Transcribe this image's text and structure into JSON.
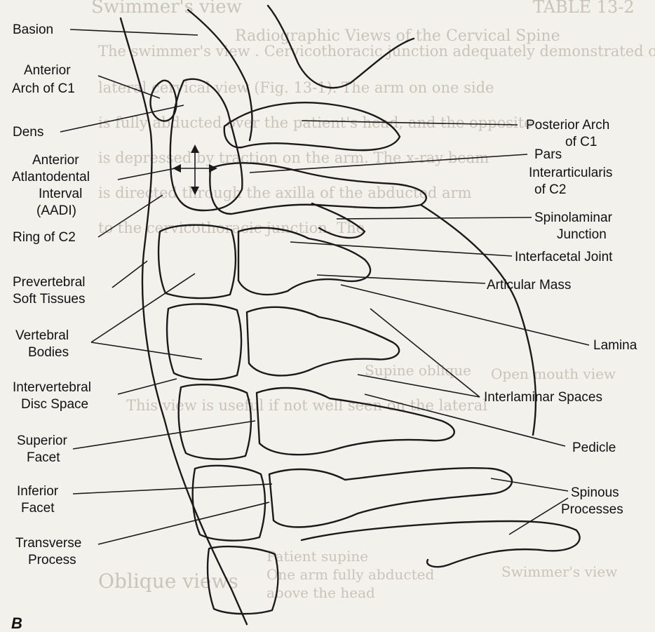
{
  "figure_label": "B",
  "labels_left": {
    "basion": "Basion",
    "anterior_arch_c1": [
      "Anterior",
      "Arch of C1"
    ],
    "dens": "Dens",
    "aadi": [
      "Anterior",
      "Atlantodental",
      "Interval",
      "(AADI)"
    ],
    "ring_c2": "Ring of C2",
    "prevertebral": [
      "Prevertebral",
      "Soft Tissues"
    ],
    "vertebral_bodies": [
      "Vertebral",
      "Bodies"
    ],
    "intervertebral_disc": [
      "Intervertebral",
      "Disc Space"
    ],
    "superior_facet": [
      "Superior",
      "Facet"
    ],
    "inferior_facet": [
      "Inferior",
      "Facet"
    ],
    "transverse_process": [
      "Transverse",
      "Process"
    ]
  },
  "labels_right": {
    "posterior_arch_c1": [
      "Posterior Arch",
      "of C1"
    ],
    "pars": [
      "Pars",
      "Interarticularis",
      "of C2"
    ],
    "spinolaminar": [
      "Spinolaminar",
      "Junction"
    ],
    "interfacetal": "Interfacetal Joint",
    "articular_mass": "Articular Mass",
    "lamina": "Lamina",
    "interlaminar": "Interlaminar Spaces",
    "pedicle": "Pedicle",
    "spinous": [
      "Spinous",
      "Processes"
    ]
  },
  "background_text": {
    "heading_left": "TABLE 13-2",
    "heading_center": "Swimmer's view",
    "subheading": "Radiographic Views of the Cervical Spine",
    "p1": "The swimmer's view . Cervicothoracic junction adequately demonstrated on the",
    "p2": "lateral cervical view (Fig. 13-1). The arm on one side",
    "p3": "is fully abducted over the patient's head, and the opposite",
    "p4": "is depressed by traction on the arm. The x-ray beam",
    "p5": "is directed through the axilla of the abducted arm",
    "p6": "to the cervicothoracic junction. The",
    "p7": "This view is useful if not well seen on the lateral",
    "p8": "Open mouth view",
    "p9": "Supine oblique",
    "p10": "Oblique views",
    "p11": "Swimmer's view",
    "p12": "Patient supine",
    "p13": "One arm fully abducted",
    "p14": "above the head"
  }
}
